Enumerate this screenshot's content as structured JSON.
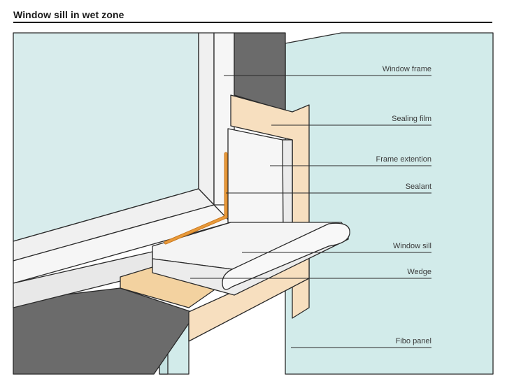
{
  "title": "Window sill in wet zone",
  "labels": {
    "window_frame": "Window frame",
    "sealing_film": "Sealing film",
    "frame_extension": "Frame extention",
    "sealant": "Sealant",
    "window_sill": "Window sill",
    "wedge": "Wedge",
    "fibo_panel": "Fibo panel"
  },
  "colors": {
    "fibo_panel": "#d2ebea",
    "frame": "#f0f0f0",
    "dark_wall": "#6b6b6b",
    "sealing_film": "#f7dfbf",
    "wedge": "#f3d2a0",
    "sealant": "#e0922e",
    "sill": "#f4f4f4",
    "outline": "#2a2a2a"
  }
}
